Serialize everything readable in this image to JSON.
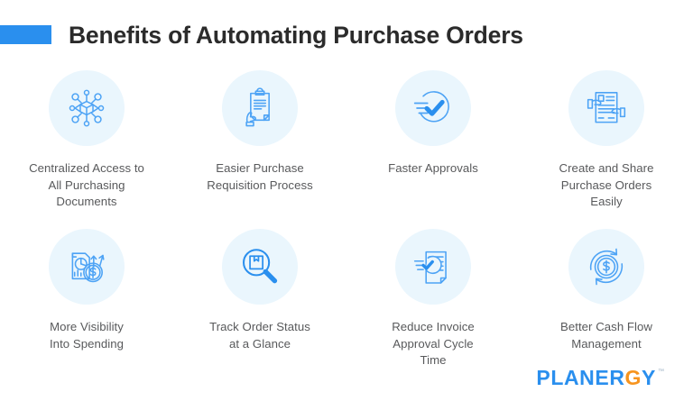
{
  "header": {
    "title": "Benefits of Automating Purchase Orders",
    "accent_color": "#2a8fee",
    "title_color": "#2b2b2b"
  },
  "theme": {
    "circle_bg": "#eaf6fd",
    "icon_line": "#4da3f5",
    "icon_accent": "#2a8fee",
    "label_color": "#58595b",
    "background": "#ffffff"
  },
  "benefits": [
    {
      "icon": "network-hub-icon",
      "label": "Centralized Access to\nAll Purchasing\nDocuments"
    },
    {
      "icon": "clipboard-hand-icon",
      "label": "Easier Purchase\nRequisition Process"
    },
    {
      "icon": "fast-checkmark-icon",
      "label": "Faster Approvals"
    },
    {
      "icon": "document-share-hands-icon",
      "label": "Create and Share\nPurchase Orders\nEasily"
    },
    {
      "icon": "spending-report-dollar-icon",
      "label": "More Visibility\nInto Spending"
    },
    {
      "icon": "magnifier-package-icon",
      "label": "Track Order Status\nat a Glance"
    },
    {
      "icon": "invoice-fast-approval-icon",
      "label": "Reduce Invoice\nApproval Cycle\nTime"
    },
    {
      "icon": "dollar-cycle-icon",
      "label": "Better Cash Flow\nManagement"
    }
  ],
  "logo": {
    "name_part_1": "PLANER",
    "name_accent": "G",
    "name_part_2": "Y",
    "trademark": "™",
    "brand_color": "#2a8fee",
    "accent_color": "#f7941e"
  }
}
